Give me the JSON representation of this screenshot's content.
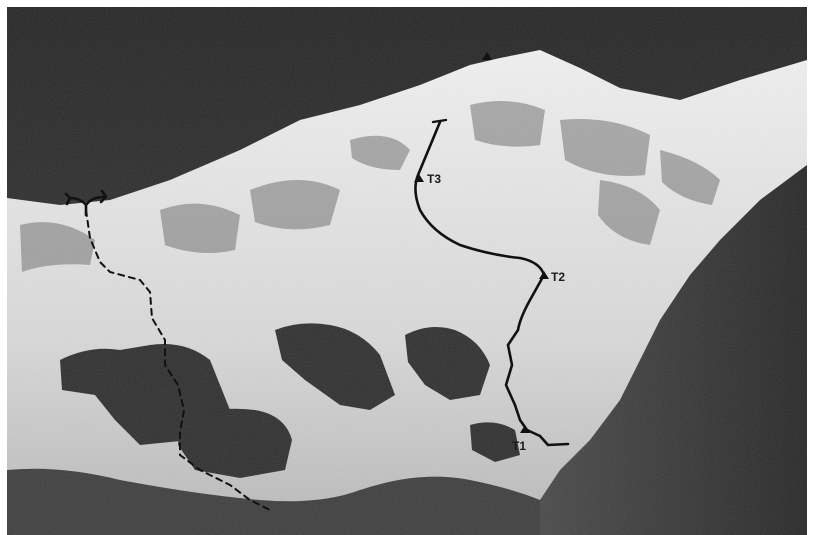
{
  "photo": {
    "camps": [
      {
        "id": "t1",
        "label": "T1"
      },
      {
        "id": "t2",
        "label": "T2"
      },
      {
        "id": "t3",
        "label": "T3"
      }
    ]
  },
  "colors": {
    "sky": "#2b2b2b",
    "snow": "#e8e8e8",
    "rock": "#3a3a3a",
    "route": "#111111"
  }
}
